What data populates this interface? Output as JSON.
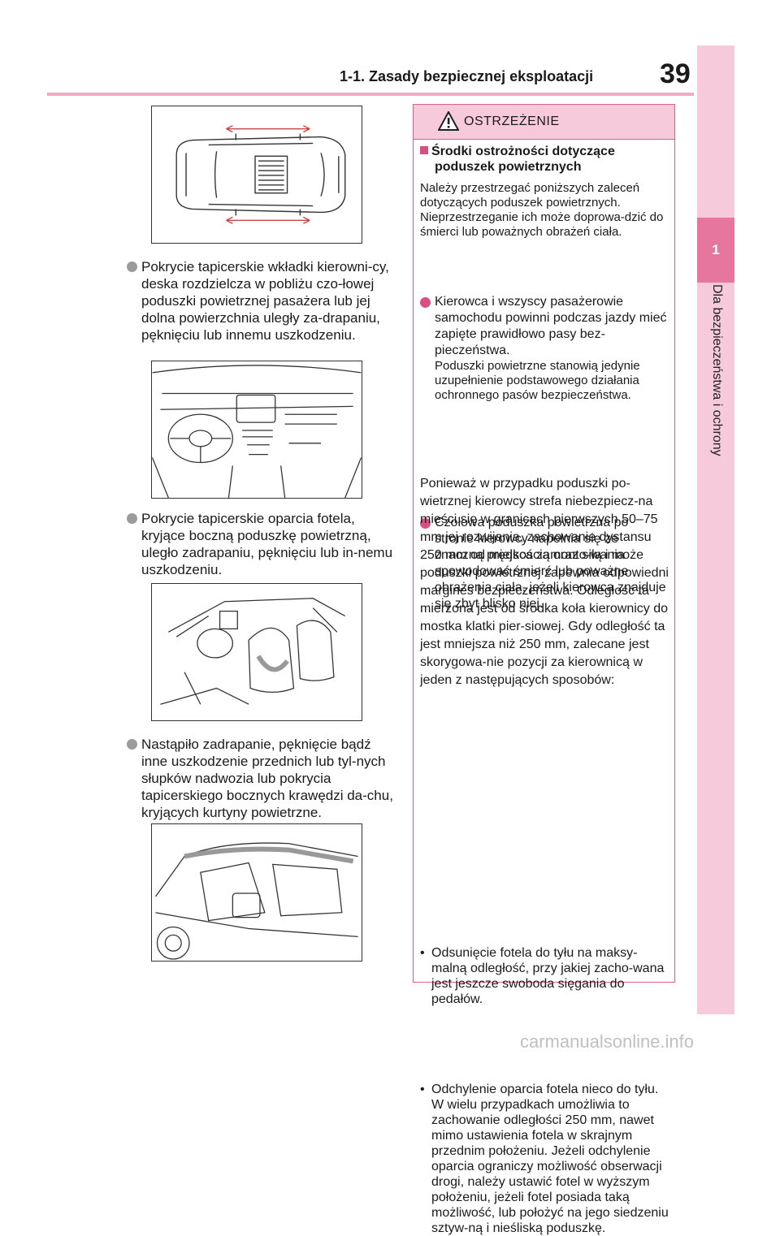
{
  "header": {
    "title": "1-1. Zasady bezpiecznej eksploatacji",
    "page_number": "39"
  },
  "side_tab": {
    "chapter_number": "1",
    "chapter_title": "Dla bezpieczeństwa i ochrony"
  },
  "left_column": {
    "bullets": [
      {
        "text": "Pokrycie tapicerskie wkładki kierowni-cy, deska rozdzielcza w pobliżu czo-łowej poduszki powietrznej pasażera lub jej dolna powierzchnia uległy za-drapaniu, pęknięciu lub innemu uszkodzeniu."
      },
      {
        "text": "Pokrycie tapicerskie oparcia fotela, kryjące boczną poduszkę powietrzną, uległo zadrapaniu, pęknięciu lub in-nemu uszkodzeniu."
      },
      {
        "text": "Nastąpiło zadrapanie, pęknięcie bądź inne uszkodzenie przednich lub tyl-nych słupków nadwozia lub pokrycia tapicerskiego bocznych krawędzi da-chu, kryjących kurtyny powietrzne."
      }
    ]
  },
  "warning": {
    "title": "OSTRZEŻENIE",
    "subheading_line1": "Środki ostrożności dotyczące",
    "subheading_line2": "poduszek powietrznych",
    "intro": "Należy przestrzegać poniższych zaleceń dotyczących poduszek powietrznych. Nieprzestrzeganie ich może doprowa-dzić do śmierci lub poważnych obrażeń ciała.",
    "bullets": [
      {
        "text": "Kierowca i wszyscy pasażerowie samochodu powinni podczas jazdy mieć zapięte prawidłowo pasy bez-pieczeństwa.",
        "note": "Poduszki powietrzne stanowią jedynie uzupełnienie podstawowego działania ochronnego pasów bezpieczeństwa."
      },
      {
        "text": "Czołowa poduszka powietrzna po stronie kierowcy napełnia się ze znaczną prędkością oraz siłą i może spowodować śmierć lub poważne obrażenia ciała, jeżeli kierowca znajduje się zbyt blisko niej.",
        "note": ""
      }
    ],
    "paragraph": "Ponieważ w przypadku poduszki po-wietrznej kierowcy strefa niebezpiecz-na mieści się w granicach pierwszych 50–75 mm jej rozwijania, zachowanie dystansu 250 mm od miejsca zamonto-wania poduszki powietrznej zapewnia odpowiedni margines bezpieczeństwa. Odległość ta mierzona jest od środka koła kierownicy do mostka klatki pier-siowej. Gdy odległość ta jest mniejsza niż 250 mm, zalecane jest skorygowa-nie pozycji za kierownicą w jeden z następujących sposobów:",
    "dash_items": [
      {
        "bullet": "•",
        "text": "Odsunięcie fotela do tyłu na maksy-malną odległość, przy jakiej zacho-wana jest jeszcze swoboda sięgania do pedałów.",
        "extra": ""
      },
      {
        "bullet": "•",
        "text": "Odchylenie oparcia fotela nieco do tyłu.",
        "extra": "W wielu przypadkach umożliwia to zachowanie odległości 250 mm, nawet mimo ustawienia fotela w skrajnym przednim położeniu. Jeżeli odchylenie oparcia ograniczy możliwość obserwacji drogi, należy ustawić fotel w wyższym położeniu, jeżeli fotel posiada taką możliwość, lub położyć na jego siedzeniu sztyw-ną i nieśliską poduszkę."
      }
    ]
  },
  "watermark": "carmanualsonline.info",
  "colors": {
    "accent": "#d94f84",
    "tab_light": "#f7cadb",
    "tab_dark": "#e7769f",
    "rule": "#f3a9c6"
  }
}
